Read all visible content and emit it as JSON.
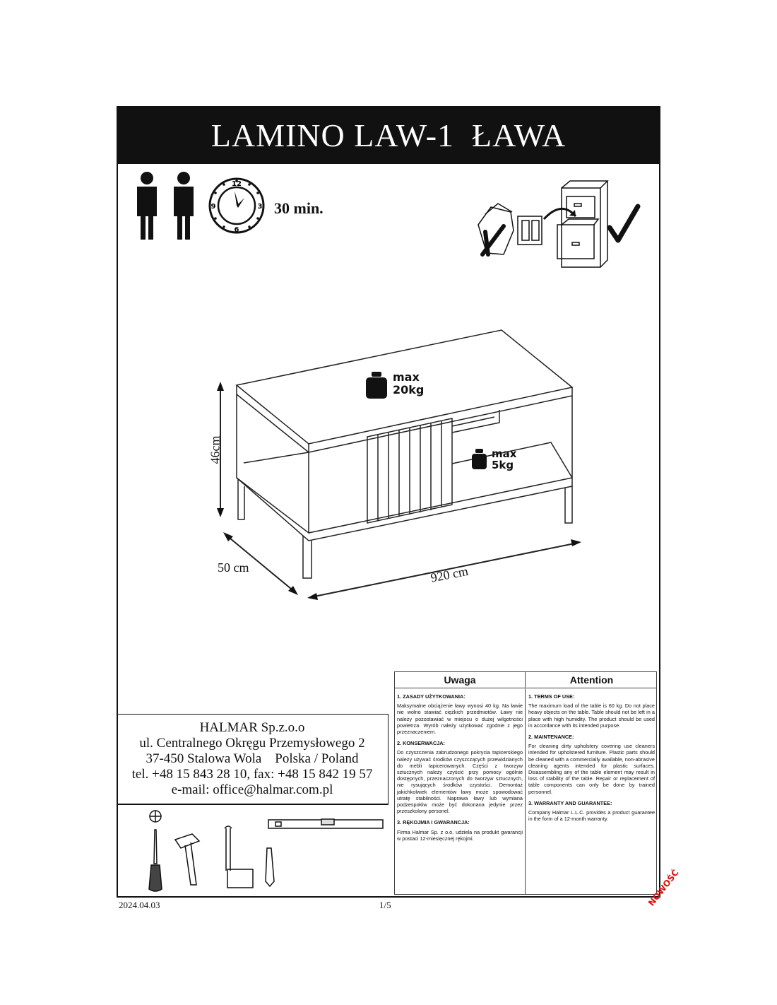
{
  "header": {
    "title": "LAMINO LAW-1  ŁAWA"
  },
  "assembly": {
    "persons": 2,
    "clock_numbers": [
      "12",
      "3",
      "6",
      "9"
    ],
    "time": "30 min."
  },
  "storage_icons": {
    "wrong": "cross-mark-icon",
    "right": "check-mark-icon"
  },
  "product": {
    "height": "46cm",
    "depth": "50 cm",
    "width": "920 cm",
    "top_load": {
      "label": "max",
      "value": "20kg"
    },
    "shelf_load": {
      "label": "max",
      "value": "5kg"
    }
  },
  "company": {
    "name": "HALMAR Sp.z.o.o",
    "street": "ul. Centralnego Okręgu Przemysłowego 2",
    "city": "37-450 Stalowa Wola    Polska / Poland",
    "phone": "tel. +48 15 843 28 10, fax: +48 15 842 19 57",
    "email": "e-mail: office@halmar.com.pl"
  },
  "tools": [
    "phillips-screwdriver-icon",
    "hammer-icon",
    "tape-measure-icon",
    "pencil-icon",
    "spirit-level-icon"
  ],
  "notice": {
    "pl": {
      "heading": "Uwaga",
      "s1_title": "1.   ZASADY UŻYTKOWANIA:",
      "s1_text": "Maksymalne obciążenie ławy wynosi 40 kg. Na ławie nie wolno stawiać ciężkich przedmiotów. Ławy nie należy pozostawiać w miejscu o dużej wilgotności powietrza. Wyrób należy użytkować zgodnie z jego przeznaczeniem.",
      "s2_title": "2.   KONSERWACJA:",
      "s2_text": "Do czyszczenia zabrudzonego pokrycia tapicerskiego należy używać środków czyszczących przewidzianych do mebli tapicerowanych. Części z tworzyw sztucznych należy czyścić przy pomocy ogólnie dostępnych, przeznaczonych do tworzyw sztucznych, nie rysujących środków czystości. Demontaż jakichkolwiek elementów ławy może spowodować utratę stabilności. Naprawa ławy lub wymiana podzespołów może być dokonana jedynie przez przeszkolony personel.",
      "s3_title": "3.   RĘKOJMIA I GWARANCJA:",
      "s3_text": "Firma Halmar Sp. z o.o. udziela na produkt gwarancji w postaci 12-miesięcznej rękojmi."
    },
    "en": {
      "heading": "Attention",
      "s1_title": "1.   TERMS OF USE:",
      "s1_text": "The maximum load of the table is 60 kg. Do not place heavy objects on the table. Table should not be left in a place with high humidity. The product should be used in accordance with its intended purpose.",
      "s2_title": "2.   MAINTENANCE:",
      "s2_text": "For cleaning dirty upholstery covering use cleaners intended for upholstered furniture. Plastic parts should be cleaned with a commercially available, non-abrasive cleaning agents intended for plastic surfaces. Disassembling any of the table element may result in loss of stability of the table. Repair or replacement of table components can only be done by trained personnel.",
      "s3_title": "3.   WARRANTY AND GUARANTEE:",
      "s3_text": "Company Halmar L.L.C. provides a product guarantee in the form of a 12-month warranty."
    }
  },
  "footer": {
    "date": "2024.04.03",
    "page": "1/5",
    "badge": "NOWOŚĆ"
  }
}
